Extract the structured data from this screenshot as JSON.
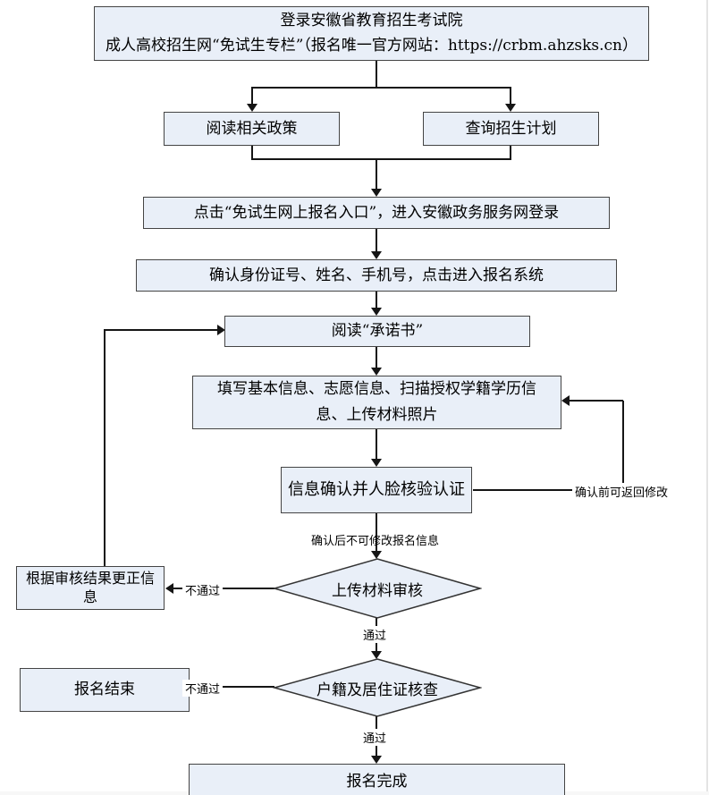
{
  "flowchart": {
    "nodes": {
      "start_line1": "登录安徽省教育招生考试院",
      "start_line2": "成人高校招生网“免试生专栏”（报名唯一官方网站：https://crbm.ahzsks.cn）",
      "read_policy": "阅读相关政策",
      "query_plan": "查询招生计划",
      "login_entry": "点击“免试生网上报名入口”，进入安徽政务服务网登录",
      "confirm_identity": "确认身份证号、姓名、手机号，点击进入报名系统",
      "read_commitment": "阅读“承诺书”",
      "fill_info": "填写基本信息、志愿信息、扫描授权学籍学历信\n息、上传材料照片",
      "confirm_face": "信息确认并人脸核验认证",
      "review_materials": "上传材料审核",
      "correct_info": "根据审核结果更正信息",
      "household_check": "户籍及居住证核查",
      "registration_end": "报名结束",
      "registration_complete": "报名完成"
    },
    "edge_labels": {
      "before_confirm": "确认前可返回修改",
      "after_confirm": "确认后不可修改报名信息",
      "review_fail": "不通过",
      "review_pass": "通过",
      "household_fail": "不通过",
      "household_pass": "通过"
    },
    "colors": {
      "node_fill": "#e9eff8",
      "node_border": "#444444",
      "connector": "#151515"
    }
  }
}
